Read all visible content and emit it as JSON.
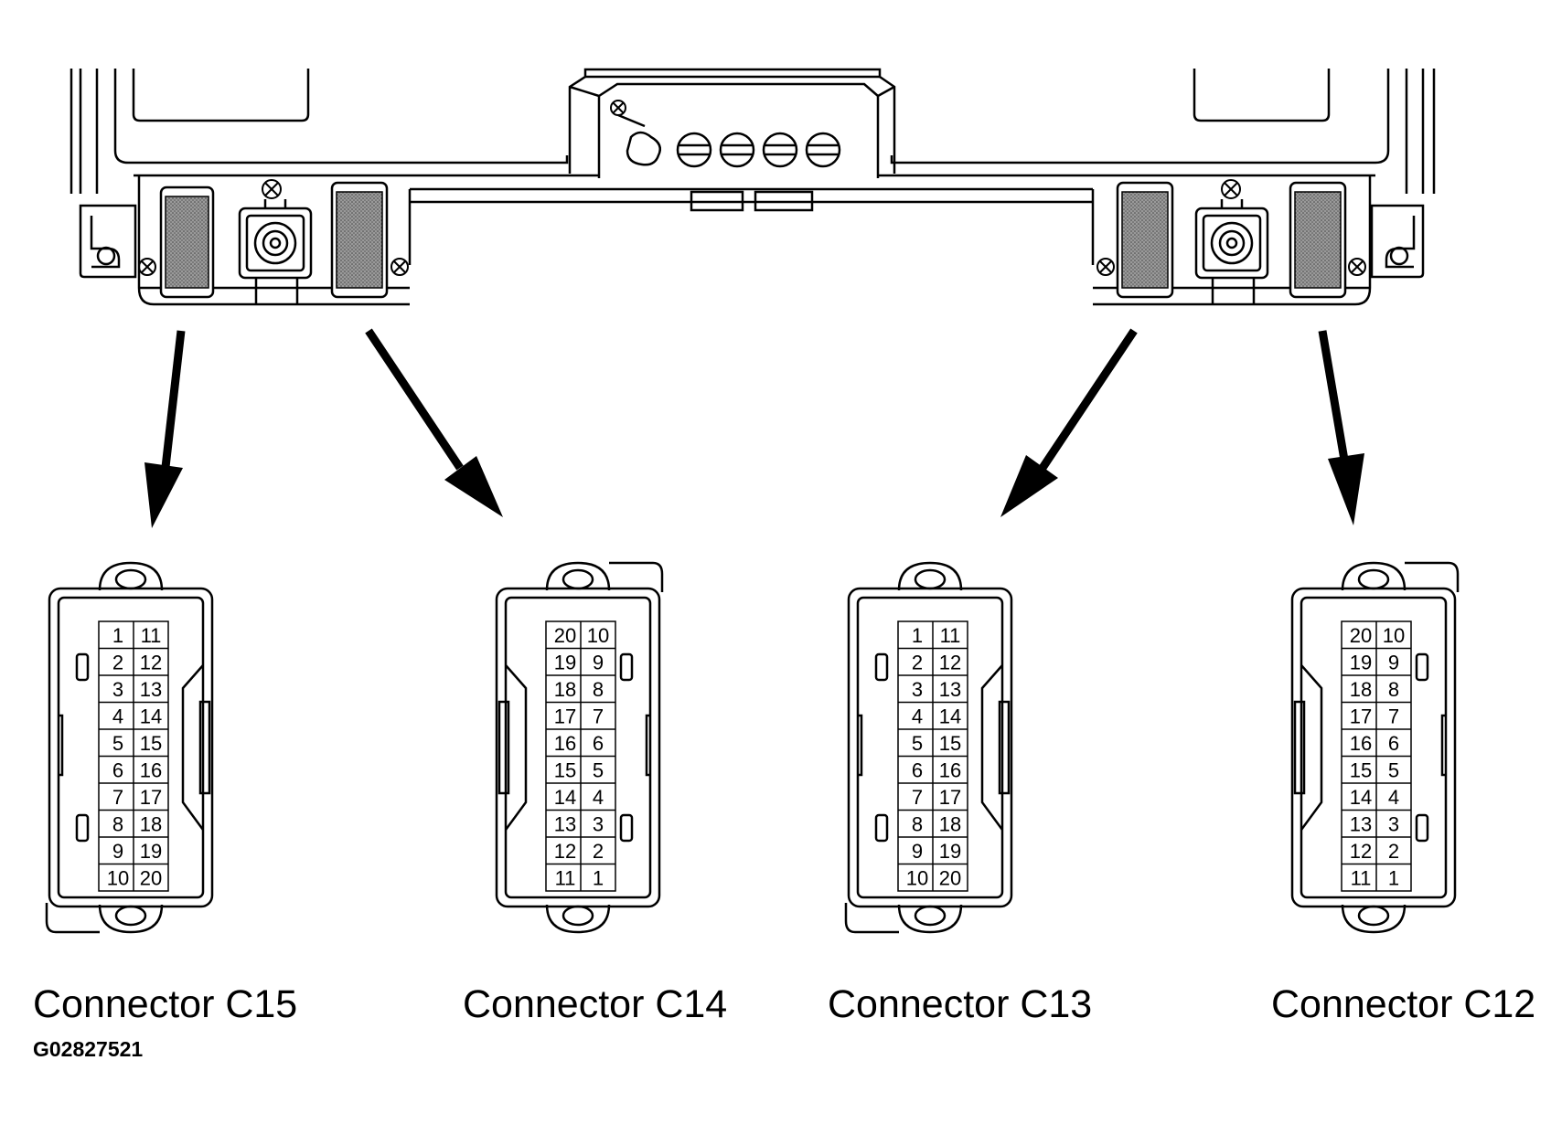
{
  "figure_id": "G02827521",
  "connectors": [
    {
      "id": "c15",
      "label": "Connector C15",
      "layout": "left",
      "pins": [
        [
          "1",
          "11"
        ],
        [
          "2",
          "12"
        ],
        [
          "3",
          "13"
        ],
        [
          "4",
          "14"
        ],
        [
          "5",
          "15"
        ],
        [
          "6",
          "16"
        ],
        [
          "7",
          "17"
        ],
        [
          "8",
          "18"
        ],
        [
          "9",
          "19"
        ],
        [
          "10",
          "20"
        ]
      ]
    },
    {
      "id": "c14",
      "label": "Connector C14",
      "layout": "right",
      "pins": [
        [
          "20",
          "10"
        ],
        [
          "19",
          "9"
        ],
        [
          "18",
          "8"
        ],
        [
          "17",
          "7"
        ],
        [
          "16",
          "6"
        ],
        [
          "15",
          "5"
        ],
        [
          "14",
          "4"
        ],
        [
          "13",
          "3"
        ],
        [
          "12",
          "2"
        ],
        [
          "11",
          "1"
        ]
      ]
    },
    {
      "id": "c13",
      "label": "Connector C13",
      "layout": "left",
      "pins": [
        [
          "1",
          "11"
        ],
        [
          "2",
          "12"
        ],
        [
          "3",
          "13"
        ],
        [
          "4",
          "14"
        ],
        [
          "5",
          "15"
        ],
        [
          "6",
          "16"
        ],
        [
          "7",
          "17"
        ],
        [
          "8",
          "18"
        ],
        [
          "9",
          "19"
        ],
        [
          "10",
          "20"
        ]
      ]
    },
    {
      "id": "c12",
      "label": "Connector C12",
      "layout": "right",
      "pins": [
        [
          "20",
          "10"
        ],
        [
          "19",
          "9"
        ],
        [
          "18",
          "8"
        ],
        [
          "17",
          "7"
        ],
        [
          "16",
          "6"
        ],
        [
          "15",
          "5"
        ],
        [
          "14",
          "4"
        ],
        [
          "13",
          "3"
        ],
        [
          "12",
          "2"
        ],
        [
          "11",
          "1"
        ]
      ]
    }
  ],
  "colors": {
    "line": "#000000",
    "background": "#ffffff",
    "plug_fill": "#8a8a8a"
  }
}
